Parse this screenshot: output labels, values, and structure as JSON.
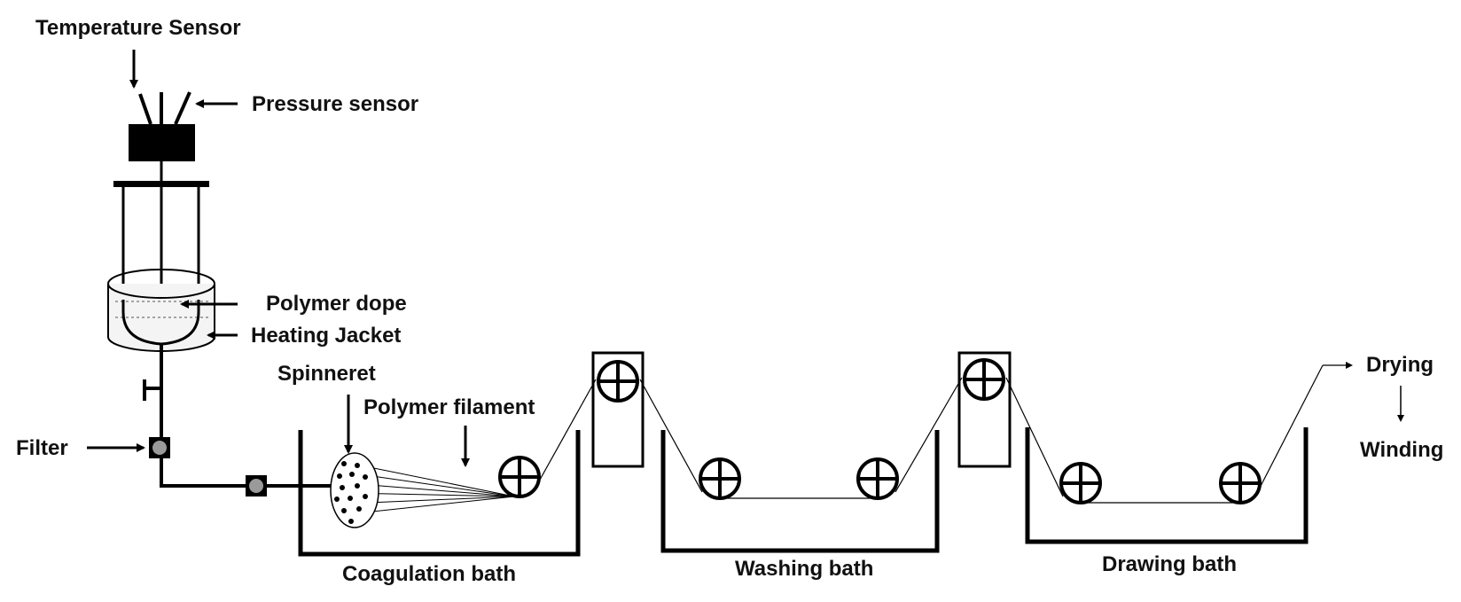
{
  "labels": {
    "temperature_sensor": "Temperature Sensor",
    "pressure_sensor": "Pressure sensor",
    "polymer_dope": "Polymer dope",
    "heating_jacket": "Heating Jacket",
    "spinneret": "Spinneret",
    "polymer_filament": "Polymer filament",
    "filter": "Filter",
    "coagulation_bath": "Coagulation bath",
    "washing_bath": "Washing bath",
    "drawing_bath": "Drawing bath",
    "drying": "Drying",
    "winding": "Winding"
  },
  "colors": {
    "line": "#000000",
    "filter_fill": "#9a9a9a",
    "background": "#ffffff"
  }
}
